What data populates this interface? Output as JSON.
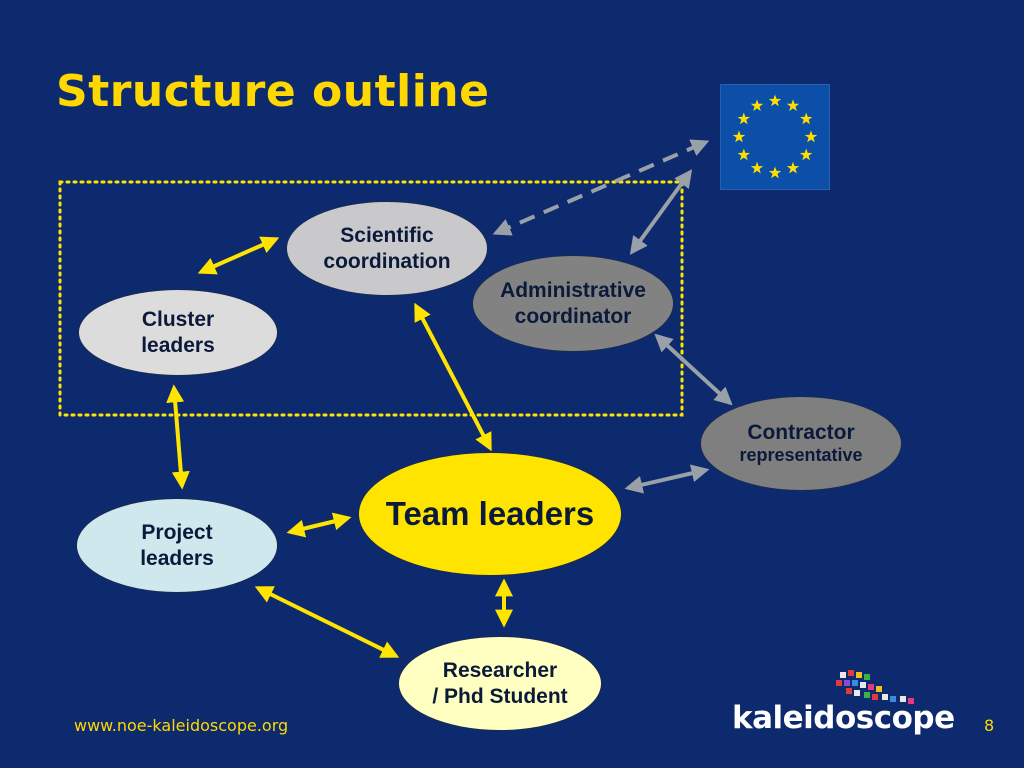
{
  "slide": {
    "title": "Structure outline",
    "footer_url": "www.noe-kaleidoscope.org",
    "page_number": "8"
  },
  "nodes": {
    "scientific": {
      "line1": "Scientific",
      "line2": "coordination"
    },
    "administrative": {
      "line1": "Administrative",
      "line2": "coordinator"
    },
    "cluster": {
      "line1": "Cluster",
      "line2": "leaders"
    },
    "contractor": {
      "line1": "Contractor",
      "line2": "representative"
    },
    "team": {
      "line1": "Team leaders"
    },
    "project": {
      "line1": "Project",
      "line2": "leaders"
    },
    "researcher": {
      "line1": "Researcher",
      "line2": "/ Phd Student"
    }
  },
  "logo": {
    "text": "kaleidoscope"
  },
  "icons": {
    "eu_flag": "eu-flag-icon",
    "logo_mark": "kaleidoscope-logo-mark"
  },
  "colors": {
    "background": "#0d2a6e",
    "accent": "#ffd800",
    "yellow_arrow": "#ffe400",
    "gray_arrow": "#9aa0a8"
  }
}
